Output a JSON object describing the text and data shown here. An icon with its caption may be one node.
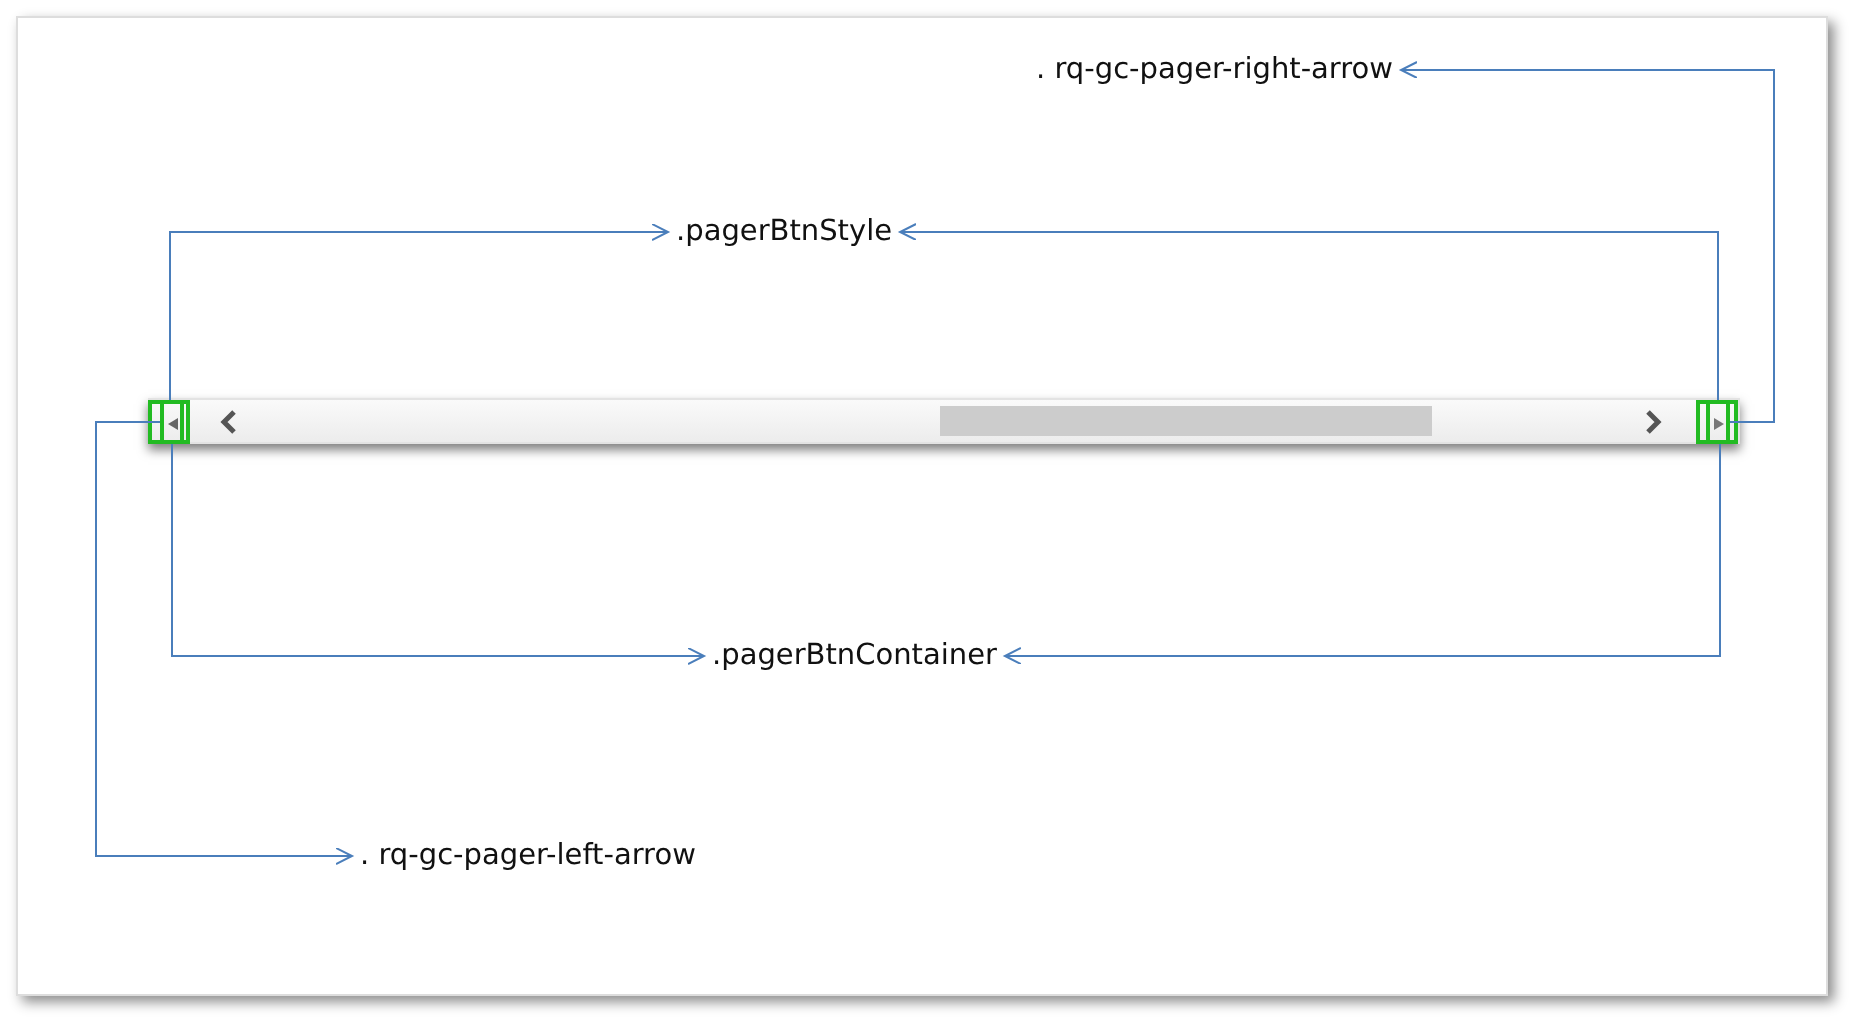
{
  "diagram": {
    "nodes": [
      {
        "text": [
          ". rq-gc-pager-right-arrow"
        ]
      },
      {
        "text": [
          ".pagerBtnStyle"
        ]
      },
      {
        "text": [],
        "shape": "bar"
      },
      {
        "text": [],
        "shape": "box",
        "in": 2
      },
      {
        "text": [],
        "shape": "box",
        "in": 3
      },
      {
        "text": [],
        "shape": "box",
        "in": 2
      },
      {
        "text": [],
        "shape": "box",
        "in": 5
      },
      {
        "text": [
          ".pagerBtnContainer"
        ]
      },
      {
        "text": [
          ". rq-gc-pager-left-arrow"
        ]
      }
    ],
    "edges": [
      {
        "from": 6,
        "to": 0,
        "arrow": "to"
      },
      {
        "from": 4,
        "to": 1,
        "arrow": "to"
      },
      {
        "from": 6,
        "to": 1,
        "arrow": "to"
      },
      {
        "from": 3,
        "to": 7,
        "arrow": "to"
      },
      {
        "from": 5,
        "to": 7,
        "arrow": "to"
      },
      {
        "from": 4,
        "to": 8,
        "arrow": "to"
      }
    ]
  }
}
